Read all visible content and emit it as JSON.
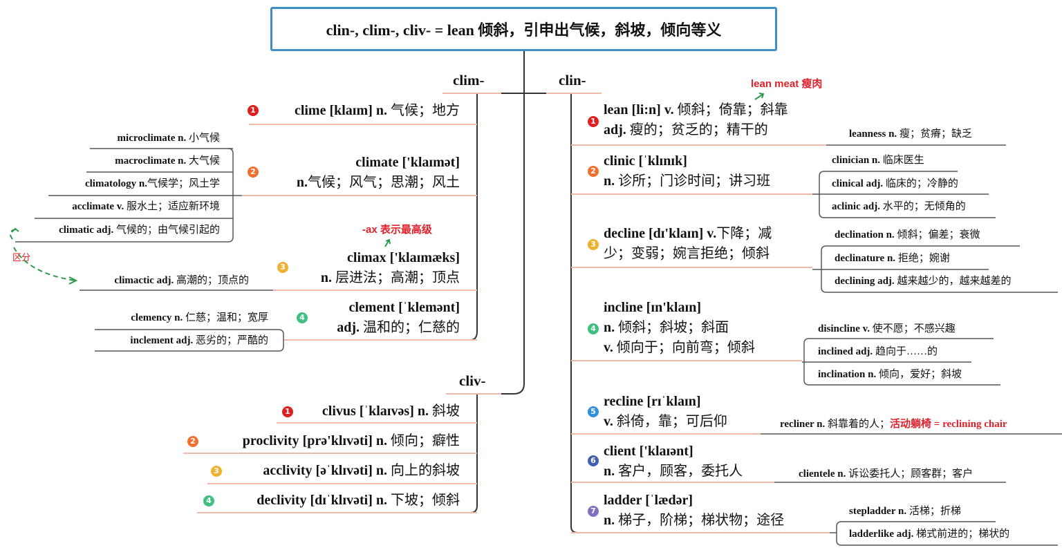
{
  "title": "clin-, clim-, cliv- = lean 倾斜，引申出气候，斜坡，倾向等义",
  "colors": {
    "title_border": "#3d8fc4",
    "num": [
      "#e02020",
      "#f07030",
      "#f0b030",
      "#40c080",
      "#3090e0",
      "#4060b0",
      "#8070c0"
    ],
    "annotation": "#e0202a",
    "arrow": "#2a9a4a"
  },
  "branches": {
    "clim": "clim-",
    "clin": "clin-",
    "cliv": "cliv-"
  },
  "notes": {
    "lean_meat": "lean meat 瘦肉",
    "ax": "-ax 表示最高级",
    "distinguish": "区分"
  },
  "clim": [
    {
      "num": "1",
      "lines": [
        {
          "en": "clime [klaɪm] n.",
          "zh": " 气候；地方"
        }
      ],
      "subs": []
    },
    {
      "num": "2",
      "lines": [
        {
          "en": "climate ['klaɪmət]",
          "zh": ""
        },
        {
          "en": "n.",
          "zh": "气候；风气；思潮；风土"
        }
      ],
      "subs": [
        {
          "en": "microclimate n.",
          "zh": " 小气候"
        },
        {
          "en": "macroclimate n.",
          "zh": " 大气候"
        },
        {
          "en": "climatology n.",
          "zh": "气候学；风土学"
        },
        {
          "en": "acclimate v.",
          "zh": " 服水土；适应新环境"
        },
        {
          "en": "climatic adj.",
          "zh": " 气候的；由气候引起的"
        }
      ]
    },
    {
      "num": "3",
      "lines": [
        {
          "en": "climax ['klaɪmæks]",
          "zh": ""
        },
        {
          "en": "n.",
          "zh": " 层进法；高潮；顶点"
        }
      ],
      "subs": [
        {
          "en": "climactic adj.",
          "zh": " 高潮的；顶点的"
        }
      ]
    },
    {
      "num": "4",
      "lines": [
        {
          "en": "clement [ˈklemənt]",
          "zh": ""
        },
        {
          "en": "adj.",
          "zh": " 温和的；仁慈的"
        }
      ],
      "subs": [
        {
          "en": "clemency n.",
          "zh": " 仁慈；温和；宽厚"
        },
        {
          "en": "inclement adj.",
          "zh": " 恶劣的；严酷的"
        }
      ]
    }
  ],
  "clin": [
    {
      "num": "1",
      "lines": [
        {
          "en": "lean [li:n] v.",
          "zh": " 倾斜；倚靠；斜靠"
        },
        {
          "en": "adj.",
          "zh": " 瘦的；贫乏的；精干的"
        }
      ],
      "subs": [
        {
          "en": "leanness n.",
          "zh": " 瘦；贫瘠；缺乏"
        }
      ]
    },
    {
      "num": "2",
      "lines": [
        {
          "en": "clinic [ˈklɪnɪk]",
          "zh": ""
        },
        {
          "en": "n.",
          "zh": " 诊所；门诊时间；讲习班"
        }
      ],
      "subs": [
        {
          "en": "clinician n.",
          "zh": " 临床医生"
        },
        {
          "en": "clinical adj.",
          "zh": " 临床的；冷静的"
        },
        {
          "en": "aclinic adj.",
          "zh": " 水平的；无倾角的"
        }
      ]
    },
    {
      "num": "3",
      "lines": [
        {
          "en": "decline [dɪ'klaɪn] v.",
          "zh": "下降；减"
        },
        {
          "en": "",
          "zh": "少；变弱；婉言拒绝；倾斜"
        }
      ],
      "subs": [
        {
          "en": "declination n.",
          "zh": " 倾斜；偏差；衰微"
        },
        {
          "en": "declinature n.",
          "zh": " 拒绝；婉谢"
        },
        {
          "en": "declining adj.",
          "zh": " 越来越少的，越来越差的"
        }
      ]
    },
    {
      "num": "4",
      "lines": [
        {
          "en": "incline [ɪn'klaɪn]",
          "zh": ""
        },
        {
          "en": "n.",
          "zh": " 倾斜；斜坡；斜面"
        },
        {
          "en": " v.",
          "zh": " 倾向于；向前弯；倾斜"
        }
      ],
      "subs": [
        {
          "en": "disincline v.",
          "zh": " 使不愿；不感兴趣"
        },
        {
          "en": "inclined adj.",
          "zh": " 趋向于……的"
        },
        {
          "en": "inclination n.",
          "zh": " 倾向，爱好；斜坡"
        }
      ]
    },
    {
      "num": "5",
      "lines": [
        {
          "en": "recline [rɪˈklaɪn]",
          "zh": ""
        },
        {
          "en": "v.",
          "zh": " 斜倚，靠；可后仰"
        }
      ],
      "subs": [
        {
          "en": "recliner n.",
          "zh": " 斜靠着的人；",
          "red": "活动躺椅 = reclining chair"
        }
      ]
    },
    {
      "num": "6",
      "lines": [
        {
          "en": "client ['klaɪənt]",
          "zh": ""
        },
        {
          "en": "n.",
          "zh": " 客户，顾客，委托人"
        }
      ],
      "subs": [
        {
          "en": "clientele n.",
          "zh": " 诉讼委托人；顾客群；客户"
        }
      ]
    },
    {
      "num": "7",
      "lines": [
        {
          "en": "ladder [ˈlædər]",
          "zh": ""
        },
        {
          "en": "n.",
          "zh": " 梯子，阶梯；梯状物；途径"
        }
      ],
      "subs": [
        {
          "en": "stepladder n.",
          "zh": " 活梯；折梯"
        },
        {
          "en": "ladderlike adj.",
          "zh": " 梯式前进的；梯状的"
        }
      ]
    }
  ],
  "cliv": [
    {
      "num": "1",
      "lines": [
        {
          "en": "clivus [ˈklaɪvəs] n.",
          "zh": " 斜坡"
        }
      ],
      "subs": []
    },
    {
      "num": "2",
      "lines": [
        {
          "en": "proclivity [prə'klɪvəti] n.",
          "zh": " 倾向；癖性"
        }
      ],
      "subs": []
    },
    {
      "num": "3",
      "lines": [
        {
          "en": "acclivity [əˈklɪvəti] n.",
          "zh": " 向上的斜坡"
        }
      ],
      "subs": []
    },
    {
      "num": "4",
      "lines": [
        {
          "en": "declivity [dɪˈklɪvəti] n.",
          "zh": " 下坡；倾斜"
        }
      ],
      "subs": []
    }
  ]
}
